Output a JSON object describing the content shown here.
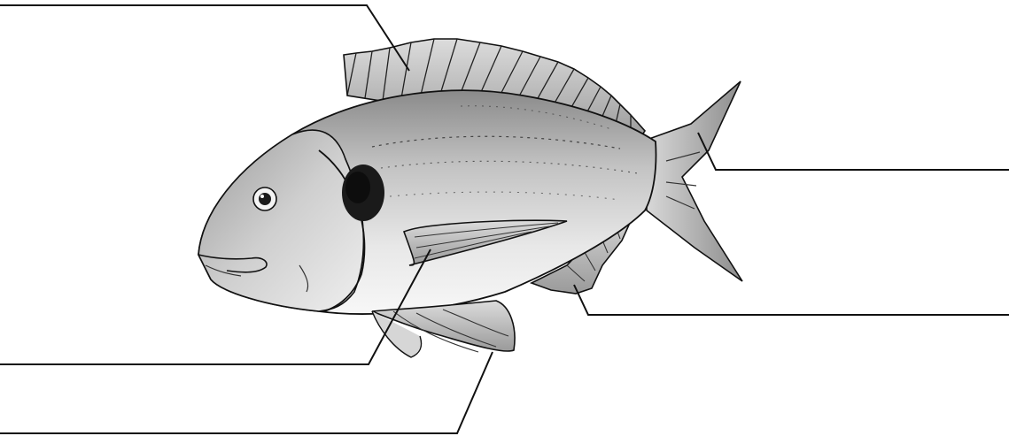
{
  "diagram": {
    "subject": "fish-anatomy",
    "labels": [
      "",
      "",
      "",
      "",
      ""
    ],
    "leader_lines": [
      {
        "name": "dorsal-fin-leader",
        "target": "dorsal-fin"
      },
      {
        "name": "caudal-fin-leader",
        "target": "caudal-fin"
      },
      {
        "name": "anal-fin-leader",
        "target": "anal-fin"
      },
      {
        "name": "pectoral-fin-leader",
        "target": "pectoral-fin"
      },
      {
        "name": "pelvic-fin-leader",
        "target": "pelvic-fin"
      }
    ]
  },
  "colors": {
    "line": "#111111",
    "body_light": "#f2f2f2",
    "body_mid": "#b8b8b8",
    "body_dark": "#6e6e6e",
    "spot": "#1a1a1a"
  }
}
